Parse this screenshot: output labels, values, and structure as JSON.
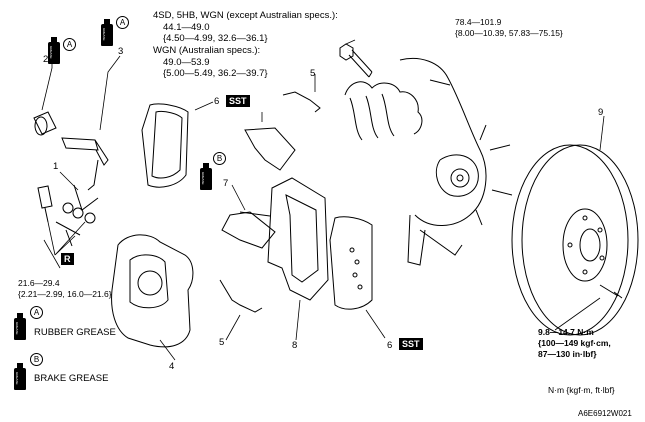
{
  "spec_block": {
    "line1": "4SD, 5HB, WGN (except Australian specs.):",
    "line2": "44.1—49.0",
    "line3": "{4.50—4.99, 32.6—36.1}",
    "line4": "WGN (Australian specs.):",
    "line5": "49.0—53.9",
    "line6": "{5.00—5.49, 36.2—39.7}"
  },
  "torque_bolt_top": {
    "line1": "78.4—101.9",
    "line2": "{8.00—10.39, 57.83—75.15}"
  },
  "torque_left": {
    "line1": "21.6—29.4",
    "line2": "{2.21—2.99, 16.0—21.6}"
  },
  "torque_disc": {
    "line1": "9.8—14.7 N·m",
    "line2": "{100—149 kgf·cm,",
    "line3": "87—130 in·lbf}"
  },
  "legend": {
    "a_symbol": "A",
    "a_label": "RUBBER GREASE",
    "b_symbol": "B",
    "b_label": "BRAKE GREASE"
  },
  "units_note": "N·m {kgf·m, ft·lbf}",
  "figure_code": "A6E6912W021",
  "sst_label": "SST",
  "r_label": "R",
  "callouts": [
    "1",
    "2",
    "3",
    "4",
    "5",
    "6",
    "7",
    "8",
    "9"
  ],
  "grease_letters": {
    "a": "A",
    "b": "B"
  }
}
